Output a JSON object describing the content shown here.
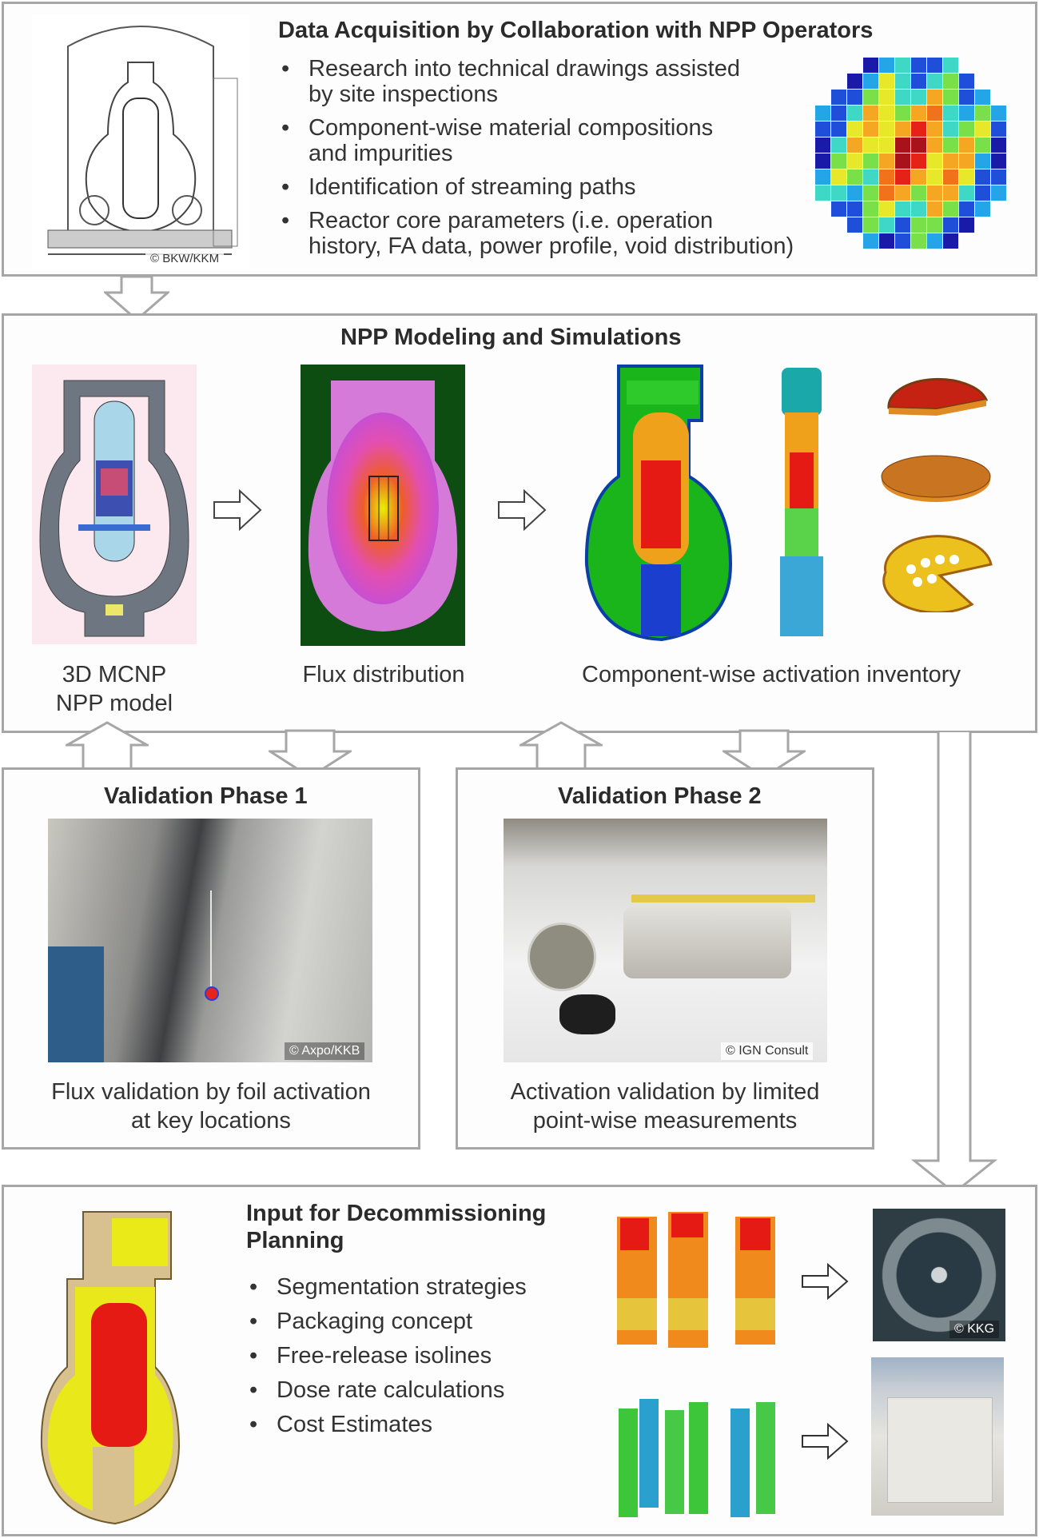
{
  "colors": {
    "frame": "#a6a6a6",
    "hot": "#e52218",
    "warm": "#f08a1c",
    "green": "#3ec63a",
    "blue": "#1f4fd8",
    "magenta": "#d35ad0"
  },
  "section1": {
    "title": "Data Acquisition by Collaboration with NPP Operators",
    "bullets": [
      {
        "line1": "Research into technical drawings assisted",
        "line2": "by site inspections"
      },
      {
        "line1": "Component-wise material compositions",
        "line2": "and impurities"
      },
      {
        "line1": "Identification of streaming paths",
        "line2": ""
      },
      {
        "line1": "Reactor core parameters (i.e. operation",
        "line2": "history, FA data, power profile, void distribution)"
      }
    ],
    "credit": "© BKW/KKM",
    "icons": {
      "drawing": "reactor-building-drawing",
      "map": "core-power-map"
    }
  },
  "section2": {
    "title": "NPP Modeling and Simulations",
    "captions": {
      "model_line1": "3D MCNP",
      "model_line2": "NPP model",
      "flux": "Flux distribution",
      "activation": "Component-wise activation inventory"
    }
  },
  "validation1": {
    "title": "Validation Phase 1",
    "caption_line1": "Flux validation by foil activation",
    "caption_line2": "at key locations",
    "credit": "© Axpo/KKB"
  },
  "validation2": {
    "title": "Validation Phase 2",
    "caption_line1": "Activation validation by limited",
    "caption_line2": "point-wise measurements",
    "credit": "© IGN Consult"
  },
  "section4": {
    "title_line1": "Input for Decommissioning",
    "title_line2": "Planning",
    "bullets": [
      "Segmentation strategies",
      "Packaging concept",
      "Free-release isolines",
      "Dose rate calculations",
      "Cost Estimates"
    ],
    "credit": "© KKG"
  }
}
